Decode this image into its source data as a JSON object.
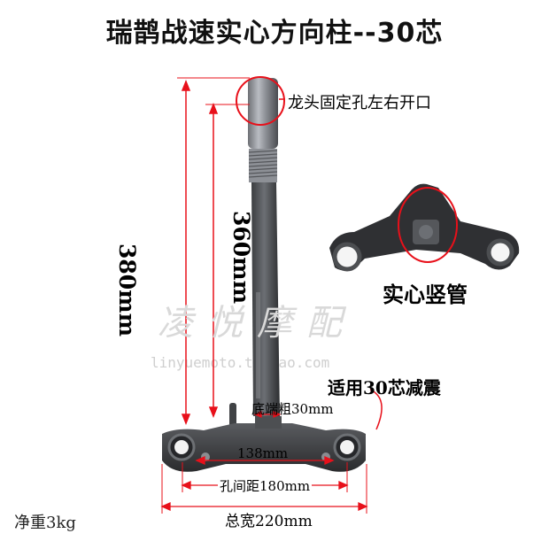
{
  "title": "瑞鹊战速实心方向柱--30芯",
  "labels": {
    "steering_hole": "龙头固定孔左右开口",
    "height_total": "380mm",
    "height_stem": "360mm",
    "solid_stem": "实心竖管",
    "fork_fit": "适用30芯减震",
    "bottom_diameter": "底端粗30mm",
    "inner_width": "138mm",
    "hole_spacing": "孔间距180mm",
    "total_width": "总宽220mm",
    "net_weight": "净重3kg"
  },
  "watermark": {
    "text": "凌悦摩配",
    "url": "linyuemoto.taobao.com"
  },
  "colors": {
    "annotation_red": "#e8101a",
    "part_metal": "#3a3b3e"
  }
}
